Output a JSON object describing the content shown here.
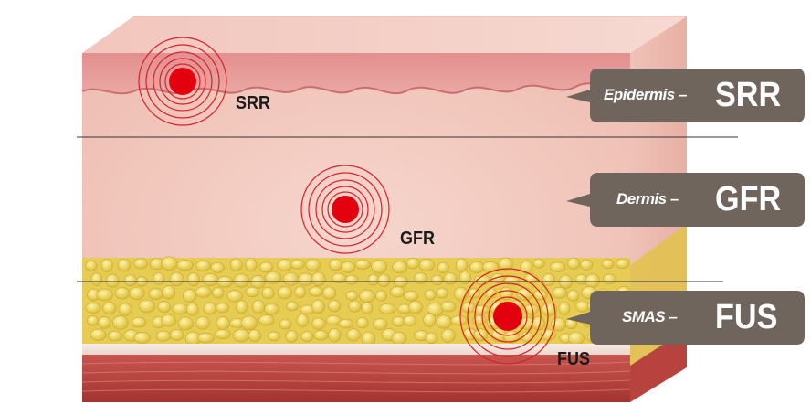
{
  "layers": [
    {
      "id": "epidermis",
      "name": "Epidermis",
      "separator": "–",
      "code": "SRR"
    },
    {
      "id": "dermis",
      "name": "Dermis",
      "separator": "–",
      "code": "GFR"
    },
    {
      "id": "smas",
      "name": "SMAS",
      "separator": "–",
      "code": "FUS"
    }
  ],
  "markers": [
    {
      "label": "SRR"
    },
    {
      "label": "GFR"
    },
    {
      "label": "FUS"
    }
  ],
  "colors": {
    "callout": "#6f655c",
    "marker_core": "#e3000f",
    "ring": "#d8202a",
    "epidermis": "#e9a39f",
    "dermis": "#f3c9bd",
    "fat": "#e8cf4c",
    "muscle": "#b9433f"
  }
}
